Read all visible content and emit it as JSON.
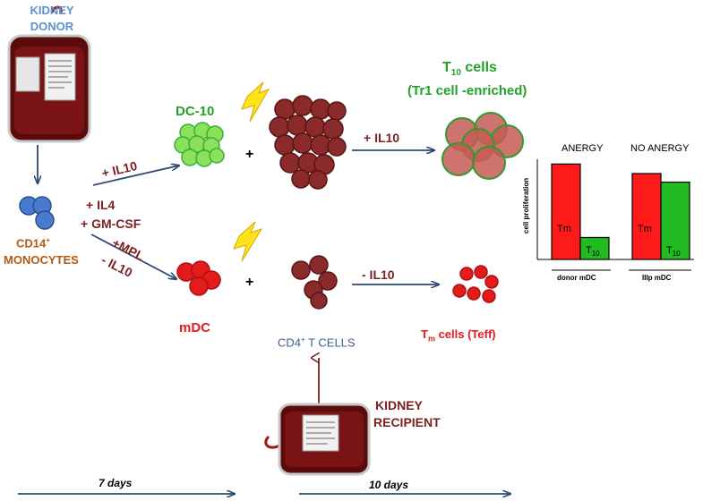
{
  "labels": {
    "kidney_donor_1": "KIDNEY",
    "kidney_donor_2": "DONOR",
    "cd14_base": "CD14",
    "cd14_sup": "+",
    "monocytes": "MONOCYTES",
    "il4": "+ IL4",
    "gmcsf": "+ GM-CSF",
    "il10_upper": "+ IL10",
    "mpl": "+MPL",
    "minus_il10_diag": "- IL10",
    "dc10": "DC-10",
    "plus_upper": "+",
    "plus_lower": "+",
    "il10_right": "+ IL10",
    "t10_base": "T",
    "t10_sub": "10",
    "t10_rest": " cells",
    "tr1": "(Tr1 cell -enriched)",
    "mdc": "mDC",
    "minus_il10_right": "- IL10",
    "cd4_base": "CD4",
    "cd4_sup": "+",
    "cd4_rest": " T CELLS",
    "tm_base": "T",
    "tm_sub": "m",
    "tm_rest": " cells (Teff)",
    "kidney_recipient_1": "KIDNEY",
    "kidney_recipient_2": "RECIPIENT",
    "days7": "7 days",
    "days10": "10 days"
  },
  "colors": {
    "dark_red": "#7b1f1f",
    "green": "#23a02a",
    "red": "#e41b1b",
    "monocyte_blue": "#4a7ad0",
    "arrow_navy": "#2d4a73"
  },
  "chart_data": {
    "type": "bar",
    "title": "",
    "xlabel": "",
    "ylabel": "cell proliferation",
    "groups": [
      {
        "name": "donor mDC",
        "header": "ANERGY"
      },
      {
        "name": "IIIp mDC",
        "header": "NO ANERGY"
      }
    ],
    "series": [
      {
        "name": "Tm",
        "color": "#ff1a1a",
        "values": [
          1.0,
          0.9
        ]
      },
      {
        "name": "T10",
        "color": "#22bb22",
        "values": [
          0.23,
          0.81
        ]
      }
    ],
    "bar_labels": [
      {
        "base": "Tm",
        "sub": ""
      },
      {
        "base": "T",
        "sub": "10"
      }
    ],
    "ylim": [
      0,
      1.05
    ]
  }
}
